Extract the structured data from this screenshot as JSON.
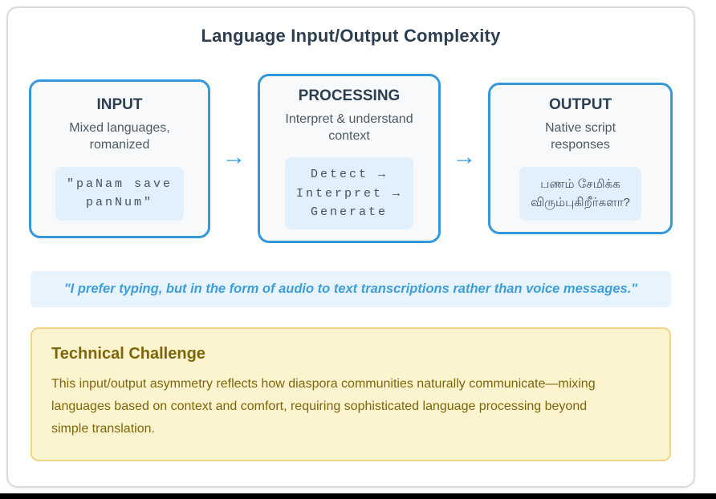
{
  "title": "Language Input/Output Complexity",
  "flow": {
    "arrow": "→",
    "boxes": [
      {
        "heading": "INPUT",
        "subtitle": "Mixed languages,\nromanized",
        "example": "\"paNam save\npanNum\""
      },
      {
        "heading": "PROCESSING",
        "subtitle": "Interpret & understand\ncontext",
        "example": "Detect →\nInterpret →\nGenerate"
      },
      {
        "heading": "OUTPUT",
        "subtitle": "Native script\nresponses",
        "example": "பணம் சேமிக்க\nவிரும்புகிறீர்களா?"
      }
    ]
  },
  "quote": "\"I prefer typing, but in the form of audio to text transcriptions rather than voice messages.\"",
  "challenge": {
    "heading": "Technical Challenge",
    "body": "This input/output asymmetry reflects how diaspora communities naturally communicate—mixing languages based on context and comfort, requiring sophisticated language processing beyond simple translation."
  },
  "colors": {
    "accent_blue": "#3498db",
    "title_navy": "#2c3e50",
    "box_bg": "#f7f9fb",
    "chip_bg": "#e1f0fa",
    "quote_bg": "#e8f4fd",
    "quote_text": "#3e9edb",
    "challenge_bg": "#fcf3cf",
    "challenge_border": "#f1d582",
    "challenge_text": "#7d6608"
  }
}
